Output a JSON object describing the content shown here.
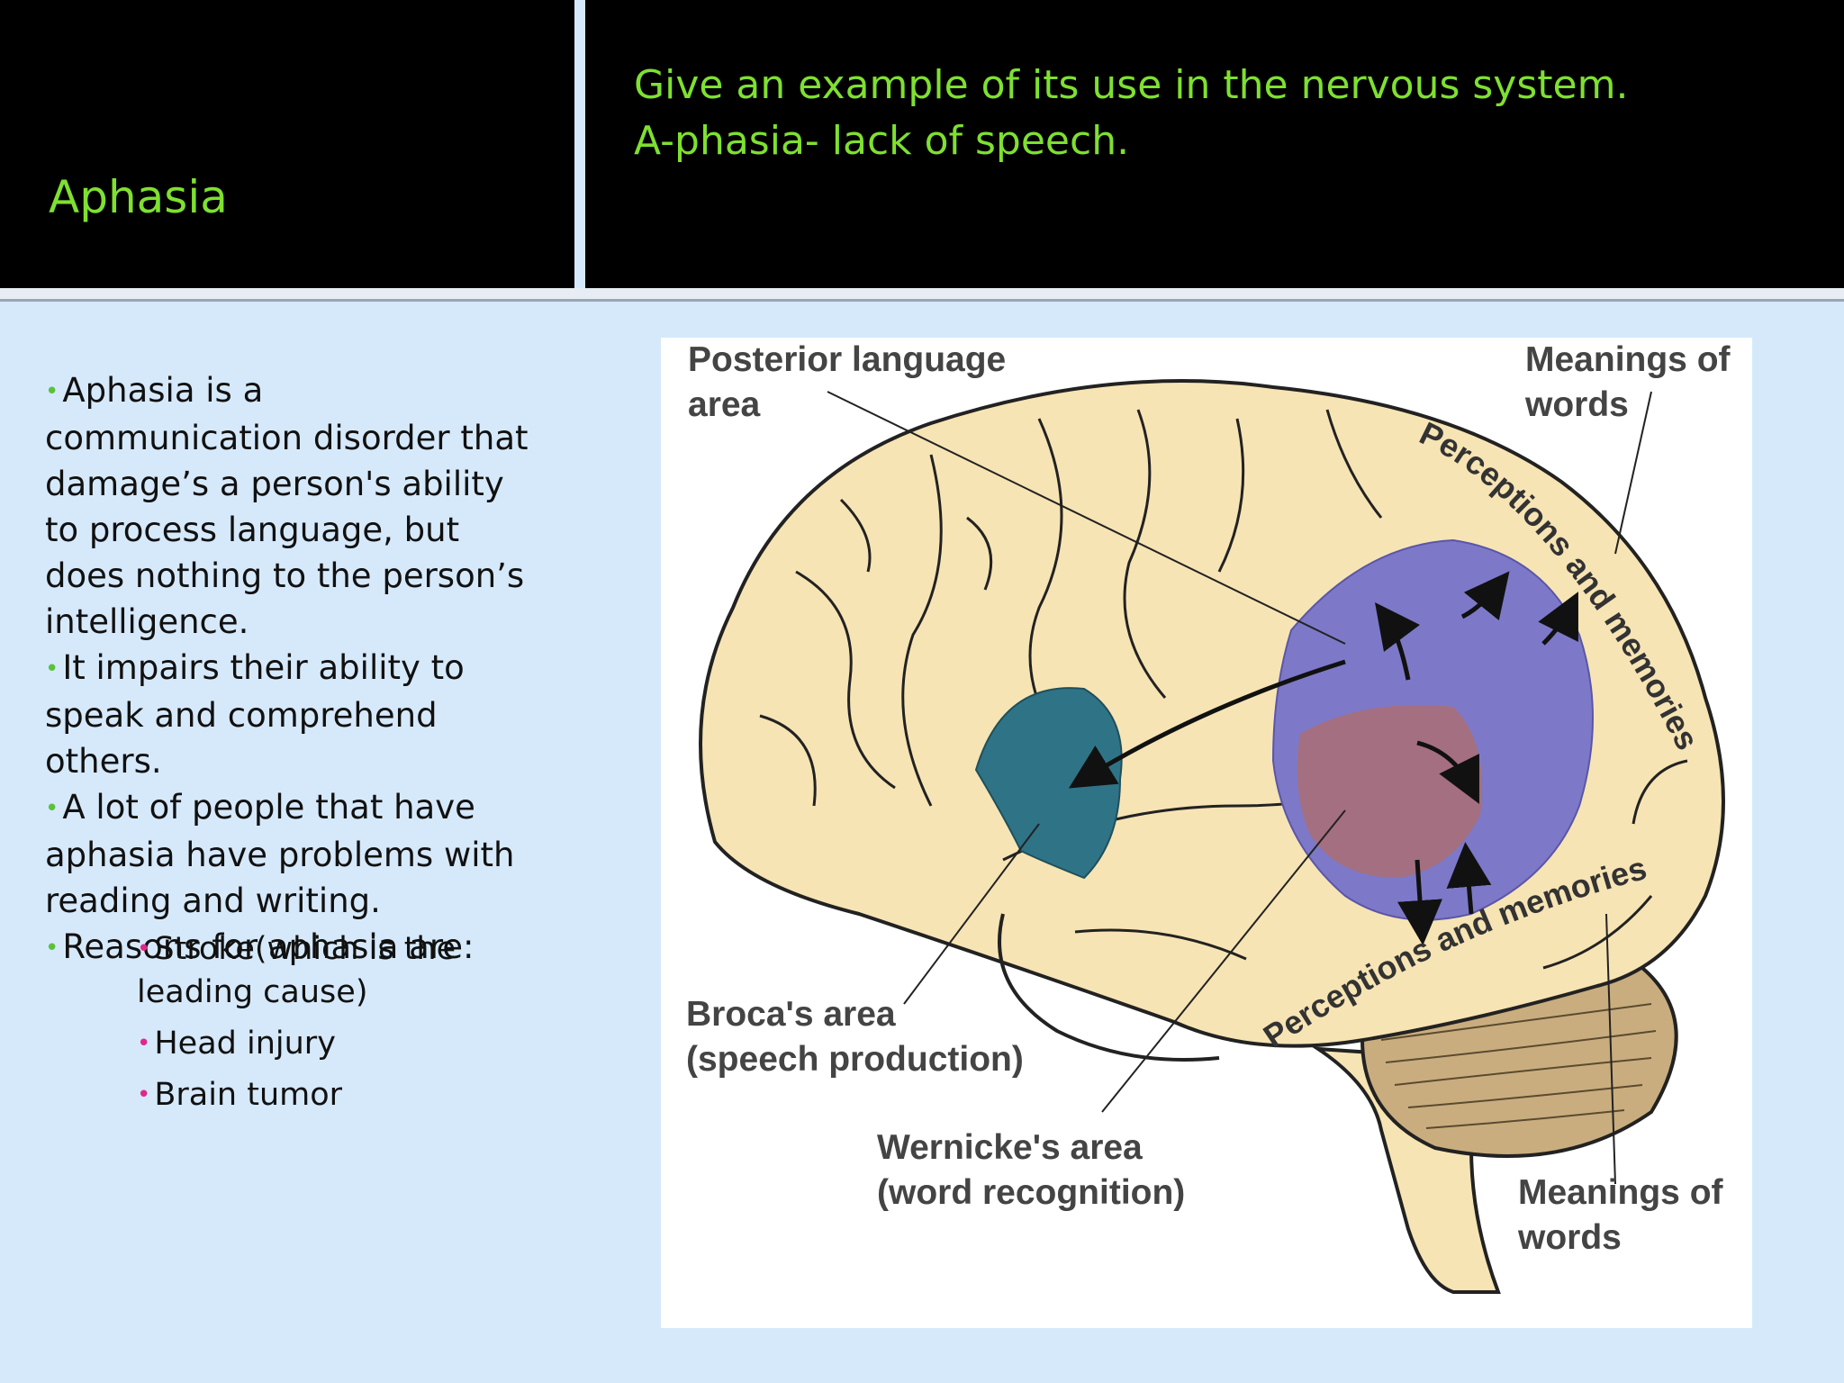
{
  "slide": {
    "title": "Aphasia",
    "subtitle_lines": [
      "Give an example of its use in the nervous system.",
      "A-phasia- lack of speech."
    ]
  },
  "content": {
    "bullets": [
      "Aphasia is a communication disorder that damage’s  a person's ability to process language, but does nothing to the person’s intelligence.",
      "It impairs their ability to speak and comprehend others.",
      "A lot of people that have aphasia  have problems with reading and writing.",
      "Reasons for aphasia are:"
    ],
    "sub_bullets": [
      "Stroke(which is the leading cause)",
      "Head injury",
      "Brain tumor"
    ],
    "bullet_glyph": "•"
  },
  "figure": {
    "labels": {
      "posterior_language_area": [
        "Posterior language",
        "area"
      ],
      "meanings_top": [
        "Meanings of",
        "words"
      ],
      "perceptions_top": "Perceptions and memories",
      "perceptions_bottom": "Perceptions and memories",
      "brocas_area": [
        "Broca's area",
        "(speech production)"
      ],
      "wernickes_area": [
        "Wernicke's area",
        "(word recognition)"
      ],
      "meanings_bottom": [
        "Meanings of",
        "words"
      ]
    },
    "colors": {
      "brain": "#f7e4b4",
      "broca": "#2f7386",
      "posterior": "#7d79c8",
      "wernicke": "#a46f80",
      "cerebellum": "#c9ad7e"
    }
  }
}
